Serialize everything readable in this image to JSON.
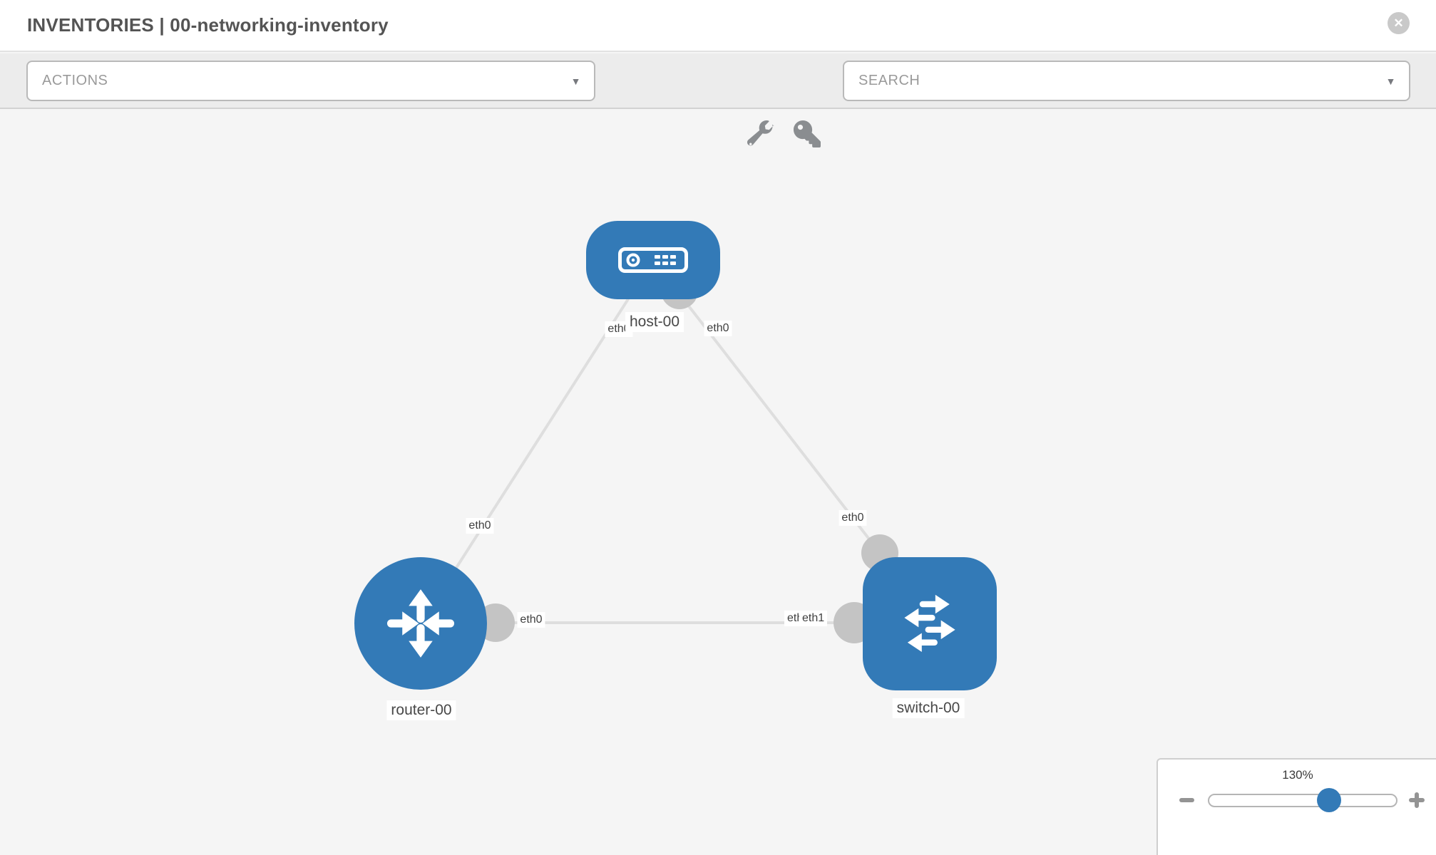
{
  "header": {
    "title": "INVENTORIES | 00-networking-inventory",
    "close_icon": "x-circle-icon"
  },
  "toolbar": {
    "actions_label": "ACTIONS",
    "search_placeholder": "SEARCH",
    "icons": [
      "wrench-icon",
      "key-icon"
    ],
    "caret_glyph": "▼"
  },
  "topology": {
    "nodes": [
      {
        "id": "host-00",
        "type": "host",
        "label": "host-00",
        "icon": "server-icon"
      },
      {
        "id": "router-00",
        "type": "router",
        "label": "router-00",
        "icon": "router-arrows-icon"
      },
      {
        "id": "switch-00",
        "type": "switch",
        "label": "switch-00",
        "icon": "switch-arrows-icon"
      }
    ],
    "links": [
      {
        "from": "host-00",
        "to": "router-00"
      },
      {
        "from": "host-00",
        "to": "switch-00"
      },
      {
        "from": "router-00",
        "to": "switch-00"
      }
    ],
    "interface_labels": [
      {
        "text": "eth0",
        "position": "host-router-link-host-end"
      },
      {
        "text": "eth0",
        "position": "host-switch-link-host-end"
      },
      {
        "text": "eth0",
        "position": "host-router-link-router-end"
      },
      {
        "text": "eth0",
        "position": "host-switch-link-switch-end"
      },
      {
        "text": "eth0",
        "position": "router-switch-link-router-end"
      },
      {
        "text": "eth0",
        "position": "router-switch-link-switch-end-under"
      },
      {
        "text": "eth1",
        "position": "router-switch-link-switch-end-over"
      }
    ]
  },
  "zoom_control": {
    "level": "130%",
    "minus_icon": "minus-icon",
    "plus_icon": "plus-icon"
  },
  "colors": {
    "node_blue": "#337ab7",
    "link_gray": "#dedede",
    "endpoint_gray": "#c4c4c4",
    "toolbar_bg": "#ececec",
    "canvas_bg": "#f5f5f5"
  }
}
